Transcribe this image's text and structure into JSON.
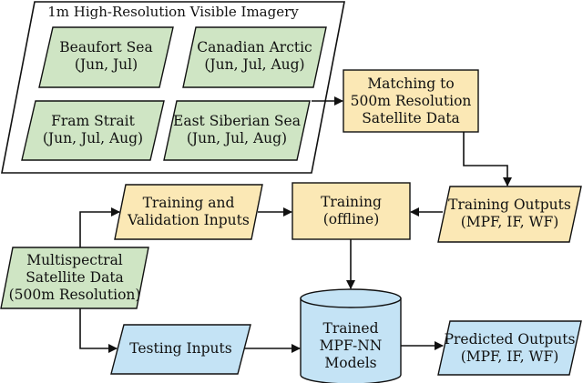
{
  "diagram": {
    "colors": {
      "green": "#cfe5c4",
      "yellow": "#fbe8b5",
      "blue": "#c4e3f5",
      "stroke": "#111111"
    },
    "imagery": {
      "title": "1m High-Resolution Visible Imagery",
      "regions": [
        {
          "name": "Beaufort Sea",
          "months": "(Jun, Jul)"
        },
        {
          "name": "Canadian Arctic",
          "months": "(Jun, Jul, Aug)"
        },
        {
          "name": "Fram Strait",
          "months": "(Jun, Jul, Aug)"
        },
        {
          "name": "East Siberian Sea",
          "months": "(Jun, Jul, Aug)"
        }
      ]
    },
    "matching": {
      "line1": "Matching to",
      "line2": "500m Resolution",
      "line3": "Satellite Data"
    },
    "training_outputs": {
      "line1": "Training Outputs",
      "line2": "(MPF, IF, WF)"
    },
    "training": {
      "line1": "Training",
      "line2": "(offline)"
    },
    "training_inputs": {
      "line1": "Training and",
      "line2": "Validation Inputs"
    },
    "multispectral": {
      "line1": "Multispectral",
      "line2": "Satellite Data",
      "line3": "(500m Resolution)"
    },
    "testing_inputs": {
      "label": "Testing Inputs"
    },
    "models": {
      "line1": "Trained",
      "line2": "MPF-NN",
      "line3": "Models"
    },
    "predicted": {
      "line1": "Predicted Outputs",
      "line2": "(MPF, IF, WF)"
    }
  }
}
